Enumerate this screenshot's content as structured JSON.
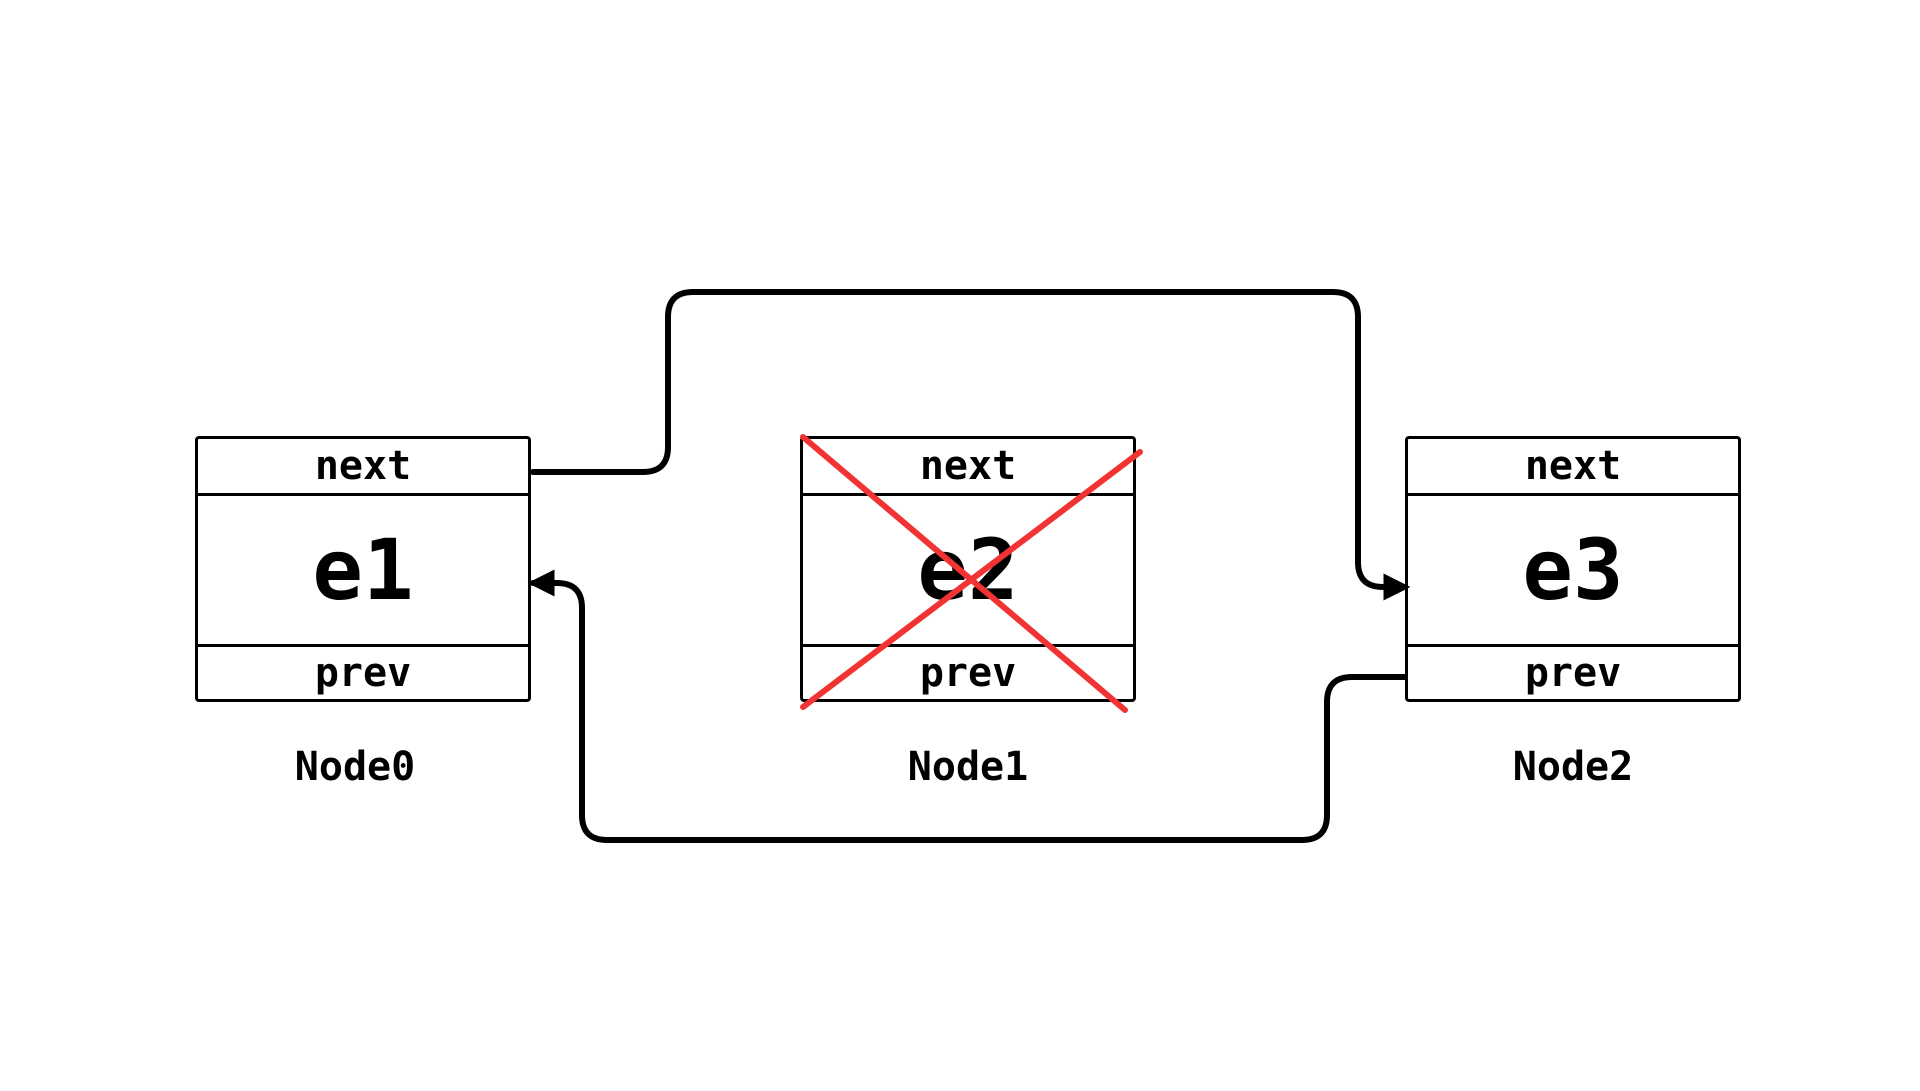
{
  "nodes": [
    {
      "label": "Node0",
      "next": "next",
      "element": "e1",
      "prev": "prev",
      "deleted": false
    },
    {
      "label": "Node1",
      "next": "next",
      "element": "e2",
      "prev": "prev",
      "deleted": true
    },
    {
      "label": "Node2",
      "next": "next",
      "element": "e3",
      "prev": "prev",
      "deleted": false
    }
  ],
  "colors": {
    "stroke": "#000000",
    "delete_mark": "#f23333",
    "background": "#ffffff"
  }
}
